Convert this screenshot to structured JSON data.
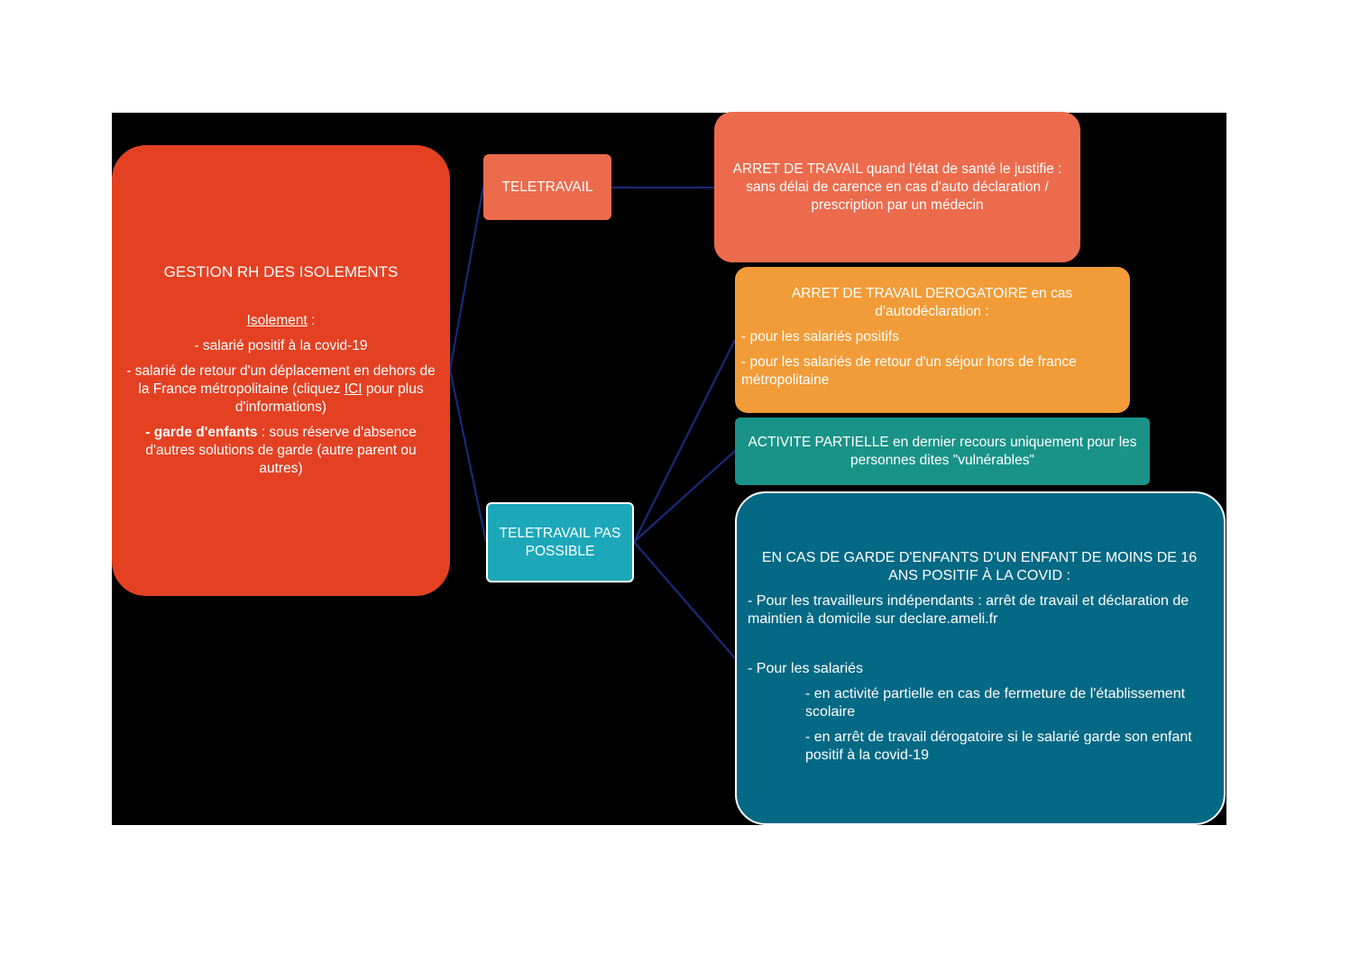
{
  "colors": {
    "background": "#000000",
    "root": "#e44123",
    "teletravail": "#ec6b4d",
    "teletravail_pas_possible": "#1ca8b9",
    "arret": "#ec6b4d",
    "derogatoire": "#f19c38",
    "activite": "#199388",
    "garde": "#046985",
    "connector": "#1a2a78"
  },
  "root": {
    "title": "GESTION RH DES ISOLEMENTS",
    "isolement_label": "Isolement",
    "isolement_suffix": " :",
    "item1": "- salarié positif à la covid-19",
    "item2_before": "- salarié de retour d'un déplacement en dehors de la France métropolitaine (cliquez ",
    "item2_link": "ICI",
    "item2_after": " pour plus d'informations)",
    "item3_bold": "- garde d'enfants",
    "item3_rest": " : sous réserve d'absence d'autres solutions de garde (autre parent ou autres)"
  },
  "teletravail": {
    "label": "TELETRAVAIL"
  },
  "teletravail_pas_possible": {
    "label": "TELETRAVAIL PAS POSSIBLE"
  },
  "arret": {
    "text": "ARRET DE TRAVAIL quand l'état de santé le justifie : sans délai de carence en cas d'auto déclaration / prescription par un médecin"
  },
  "derogatoire": {
    "head": "ARRET DE TRAVAIL DEROGATOIRE en cas d'autodéclaration :",
    "line1": "- pour les salariés positifs",
    "line2": "- pour les salariés de retour d'un séjour hors de france métropolitaine"
  },
  "activite": {
    "text": "ACTIVITE PARTIELLE en dernier recours uniquement pour les personnes dites \"vulnérables\""
  },
  "garde": {
    "head": "EN CAS DE GARDE D'ENFANTS D'UN ENFANT DE MOINS DE 16 ANS POSITIF À LA COVID  :",
    "line1": "- Pour les travailleurs indépendants : arrêt de travail et déclaration de maintien à domicile sur declare.ameli.fr",
    "line2": "- Pour les salariés",
    "sub1": "- en activité partielle en cas de fermeture de l'établissement scolaire",
    "sub2": "- en arrêt de travail dérogatoire si le salarié   garde son enfant positif à la covid-19"
  }
}
